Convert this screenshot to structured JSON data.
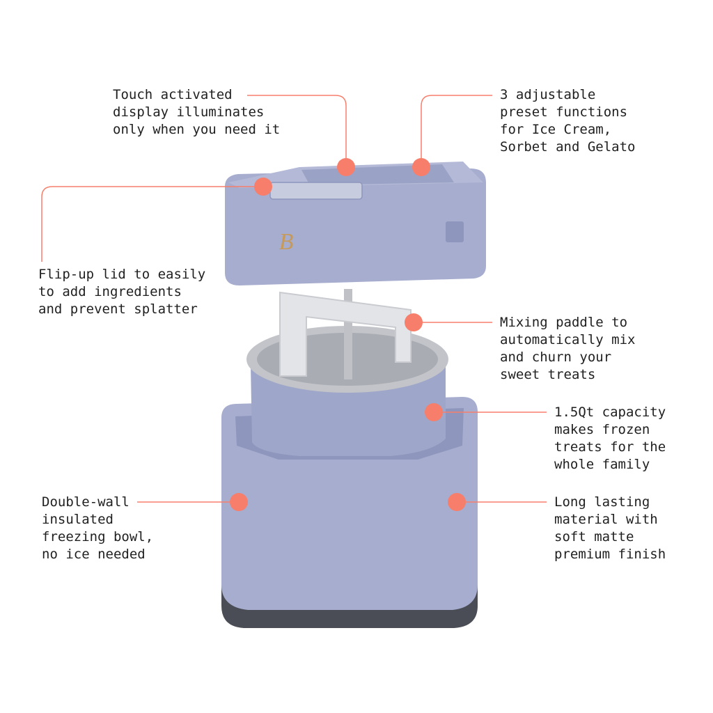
{
  "colors": {
    "accent": "#f77e6b",
    "body": "#a6adce",
    "body_dark": "#8e96bd",
    "metal": "#c2c4c9",
    "base": "#4a4d55",
    "logo": "#c79a5a",
    "text": "#1f1f1f",
    "background": "#ffffff"
  },
  "logo_letter": "B",
  "callouts": {
    "touch": {
      "lines": [
        "Touch activated",
        "display illuminates",
        "only when you need it"
      ]
    },
    "preset": {
      "lines": [
        "3 adjustable",
        "preset functions",
        "for Ice Cream,",
        "Sorbet and Gelato"
      ]
    },
    "flip": {
      "lines": [
        "Flip-up lid to easily",
        "to add ingredients",
        "and prevent splatter"
      ]
    },
    "paddle": {
      "lines": [
        "Mixing paddle to",
        "automatically mix",
        "and churn your",
        "sweet treats"
      ]
    },
    "capacity": {
      "lines": [
        "1.5Qt capacity",
        "makes frozen",
        "treats for the",
        "whole family"
      ]
    },
    "double": {
      "lines": [
        "Double-wall",
        "insulated",
        "freezing bowl,",
        "no ice needed"
      ]
    },
    "lasting": {
      "lines": [
        "Long lasting",
        "material with",
        "soft matte",
        "premium finish"
      ]
    }
  }
}
